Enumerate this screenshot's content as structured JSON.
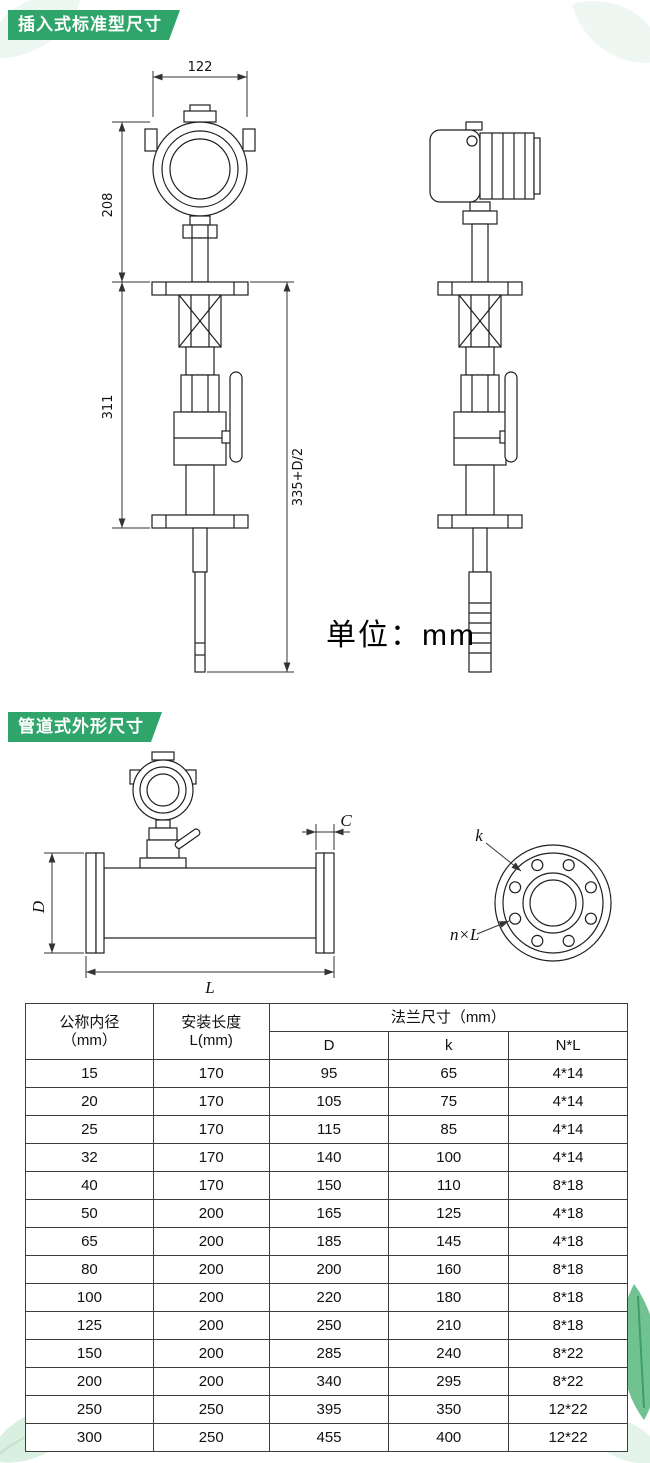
{
  "page": {
    "background": "#ffffff",
    "accent_green": "#2fa56b"
  },
  "insertion_section": {
    "badge": "插入式标准型尺寸",
    "unit_note": "单位：mm",
    "dim_width": "122",
    "dim_upper": "208",
    "dim_lower": "311",
    "dim_total": "335+D/2"
  },
  "pipeline_section": {
    "badge": "管道式外形尺寸",
    "dim_c": "C",
    "dim_d": "D",
    "dim_l": "L",
    "dim_k": "k",
    "dim_nxl": "n×L"
  },
  "table": {
    "header": {
      "dn_line1": "公称内径",
      "dn_line2": "（mm）",
      "len_line1": "安装长度",
      "len_line2": "L(mm)",
      "flange_group": "法兰尺寸（mm）",
      "d": "D",
      "k": "k",
      "nl": "N*L"
    },
    "rows": [
      [
        "15",
        "170",
        "95",
        "65",
        "4*14"
      ],
      [
        "20",
        "170",
        "105",
        "75",
        "4*14"
      ],
      [
        "25",
        "170",
        "115",
        "85",
        "4*14"
      ],
      [
        "32",
        "170",
        "140",
        "100",
        "4*14"
      ],
      [
        "40",
        "170",
        "150",
        "110",
        "8*18"
      ],
      [
        "50",
        "200",
        "165",
        "125",
        "4*18"
      ],
      [
        "65",
        "200",
        "185",
        "145",
        "4*18"
      ],
      [
        "80",
        "200",
        "200",
        "160",
        "8*18"
      ],
      [
        "100",
        "200",
        "220",
        "180",
        "8*18"
      ],
      [
        "125",
        "200",
        "250",
        "210",
        "8*18"
      ],
      [
        "150",
        "200",
        "285",
        "240",
        "8*22"
      ],
      [
        "200",
        "200",
        "340",
        "295",
        "8*22"
      ],
      [
        "250",
        "250",
        "395",
        "350",
        "12*22"
      ],
      [
        "300",
        "250",
        "455",
        "400",
        "12*22"
      ]
    ]
  }
}
